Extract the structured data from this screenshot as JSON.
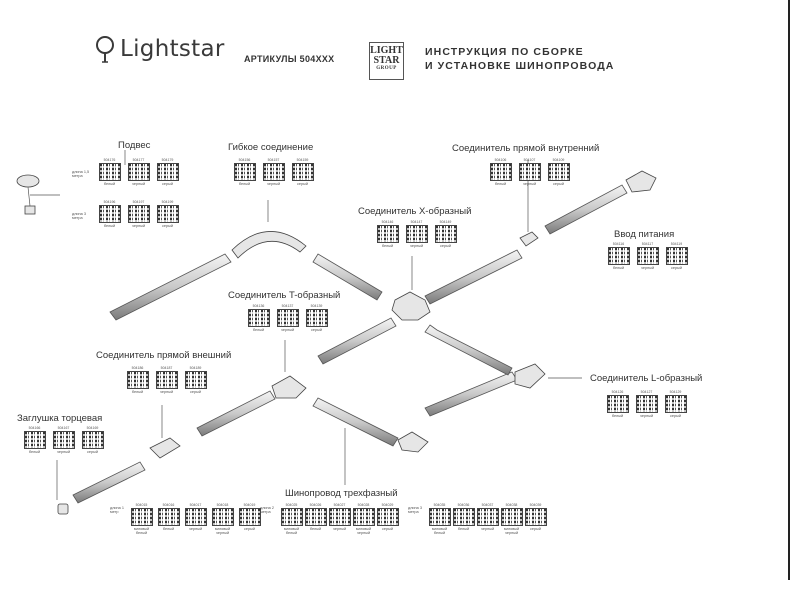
{
  "header": {
    "brand": "Lightstar",
    "articles": "АРТИКУЛЫ 504XXX",
    "group_logo": [
      "LIGHT",
      "STAR",
      "GROUP"
    ],
    "title_line1": "ИНСТРУКЦИЯ ПО СБОРКЕ",
    "title_line2": "И УСТАНОВКЕ ШИНОПРОВОДА"
  },
  "labels": {
    "podves": "Подвес",
    "gibkoe": "Гибкое соединение",
    "pryamoy_vnutr": "Соединитель прямой внутренний",
    "x_obr": "Соединитель X-образный",
    "vvod": "Ввод питания",
    "t_obr": "Соединитель T-образный",
    "pryamoy_vnesh": "Соединитель прямой внешний",
    "l_obr": "Соединитель L-образный",
    "zaglushka": "Заглушка торцевая",
    "shinoprovod": "Шинопровод трехфазный"
  },
  "codes": {
    "podves_a": [
      {
        "code": "504176",
        "cap": "белый"
      },
      {
        "code": "504177",
        "cap": "черный"
      },
      {
        "code": "504179",
        "cap": "серый"
      }
    ],
    "podves_b": [
      {
        "code": "504196",
        "cap": "белый"
      },
      {
        "code": "504197",
        "cap": "черный"
      },
      {
        "code": "504199",
        "cap": "серый"
      }
    ],
    "gibkoe": [
      {
        "code": "504156",
        "cap": "белый"
      },
      {
        "code": "504157",
        "cap": "черный"
      },
      {
        "code": "504159",
        "cap": "серый"
      }
    ],
    "pryamoy_vnutr": [
      {
        "code": "504106",
        "cap": "белый"
      },
      {
        "code": "504107",
        "cap": "черный"
      },
      {
        "code": "504109",
        "cap": "серый"
      }
    ],
    "x_obr": [
      {
        "code": "504146",
        "cap": "белый"
      },
      {
        "code": "504147",
        "cap": "черный"
      },
      {
        "code": "504149",
        "cap": "серый"
      }
    ],
    "vvod": [
      {
        "code": "504116",
        "cap": "белый"
      },
      {
        "code": "504117",
        "cap": "черный"
      },
      {
        "code": "504119",
        "cap": "серый"
      }
    ],
    "t_obr": [
      {
        "code": "504136",
        "cap": "белый"
      },
      {
        "code": "504137",
        "cap": "черный"
      },
      {
        "code": "504139",
        "cap": "серый"
      }
    ],
    "pryamoy_vnesh": [
      {
        "code": "504186",
        "cap": "белый"
      },
      {
        "code": "504187",
        "cap": "черный"
      },
      {
        "code": "504189",
        "cap": "серый"
      }
    ],
    "l_obr": [
      {
        "code": "504126",
        "cap": "белый"
      },
      {
        "code": "504127",
        "cap": "черный"
      },
      {
        "code": "504129",
        "cap": "серый"
      }
    ],
    "zaglushka": [
      {
        "code": "504166",
        "cap": "белый"
      },
      {
        "code": "504167",
        "cap": "черный"
      },
      {
        "code": "504169",
        "cap": "серый"
      }
    ],
    "rail_1": [
      {
        "code": "504015",
        "cap": "матовый белый"
      },
      {
        "code": "504016",
        "cap": "белый"
      },
      {
        "code": "504017",
        "cap": "черный"
      },
      {
        "code": "504018",
        "cap": "матовый черный"
      },
      {
        "code": "504019",
        "cap": "серый"
      }
    ],
    "rail_2": [
      {
        "code": "504025",
        "cap": "матовый белый"
      },
      {
        "code": "504026",
        "cap": "белый"
      },
      {
        "code": "504027",
        "cap": "черный"
      },
      {
        "code": "504028",
        "cap": "матовый черный"
      },
      {
        "code": "504029",
        "cap": "серый"
      }
    ],
    "rail_3": [
      {
        "code": "504035",
        "cap": "матовый белый"
      },
      {
        "code": "504036",
        "cap": "белый"
      },
      {
        "code": "504037",
        "cap": "черный"
      },
      {
        "code": "504038",
        "cap": "матовый черный"
      },
      {
        "code": "504039",
        "cap": "серый"
      }
    ]
  },
  "length_notes": {
    "podves_a": "длина 1,5 метра",
    "podves_b": "длина 3 метра",
    "rail_1": "длина 1 метр",
    "rail_2": "длина 2 метра",
    "rail_3": "длина 3 метра"
  }
}
